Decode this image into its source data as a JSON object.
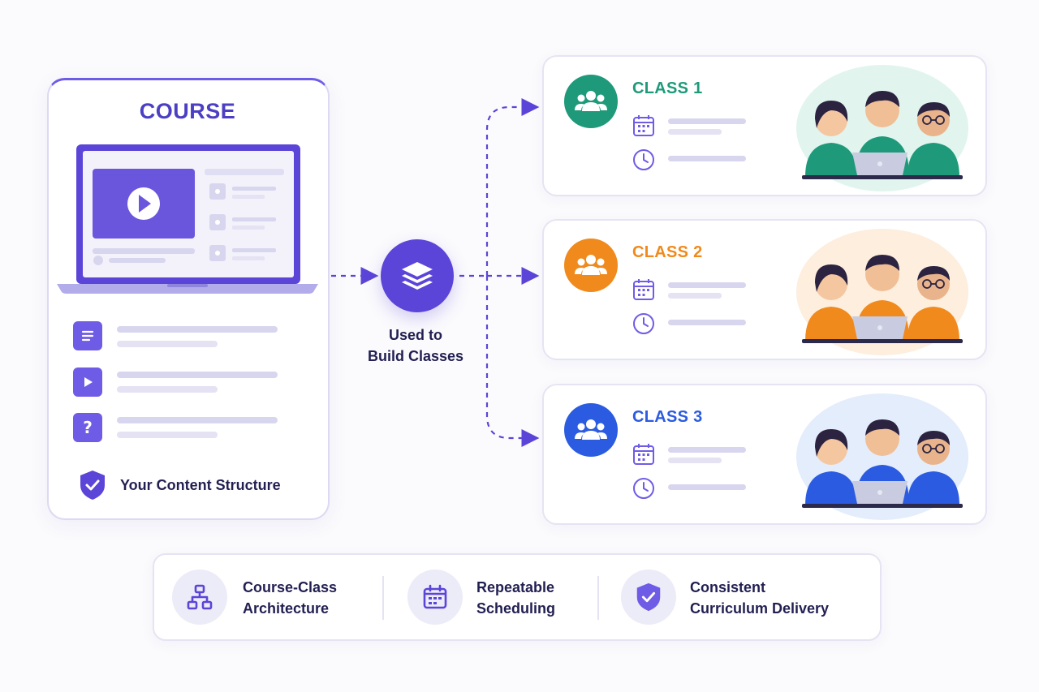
{
  "course": {
    "title": "COURSE",
    "structure_label": "Your Content Structure",
    "content_items": [
      "document-icon",
      "video-icon",
      "quiz-icon"
    ]
  },
  "hub": {
    "label_line1": "Used to",
    "label_line2": "Build Classes"
  },
  "classes": [
    {
      "title": "CLASS 1",
      "color": "#1e9a7a",
      "illustration_bg": "#e1f5ee",
      "shirt": "#1e9a7a"
    },
    {
      "title": "CLASS 2",
      "color": "#f08a1c",
      "illustration_bg": "#fdeede",
      "shirt": "#f08a1c"
    },
    {
      "title": "CLASS 3",
      "color": "#2b5be0",
      "illustration_bg": "#e3edfb",
      "shirt": "#2b5be0"
    }
  ],
  "features": [
    {
      "line1": "Course-Class",
      "line2": "Architecture",
      "icon": "hierarchy-icon"
    },
    {
      "line1": "Repeatable",
      "line2": "Scheduling",
      "icon": "calendar-icon"
    },
    {
      "line1": "Consistent",
      "line2": "Curriculum Delivery",
      "icon": "shield-check-icon"
    }
  ],
  "colors": {
    "primary": "#5b45d8",
    "accent_light": "#ecebf8"
  }
}
